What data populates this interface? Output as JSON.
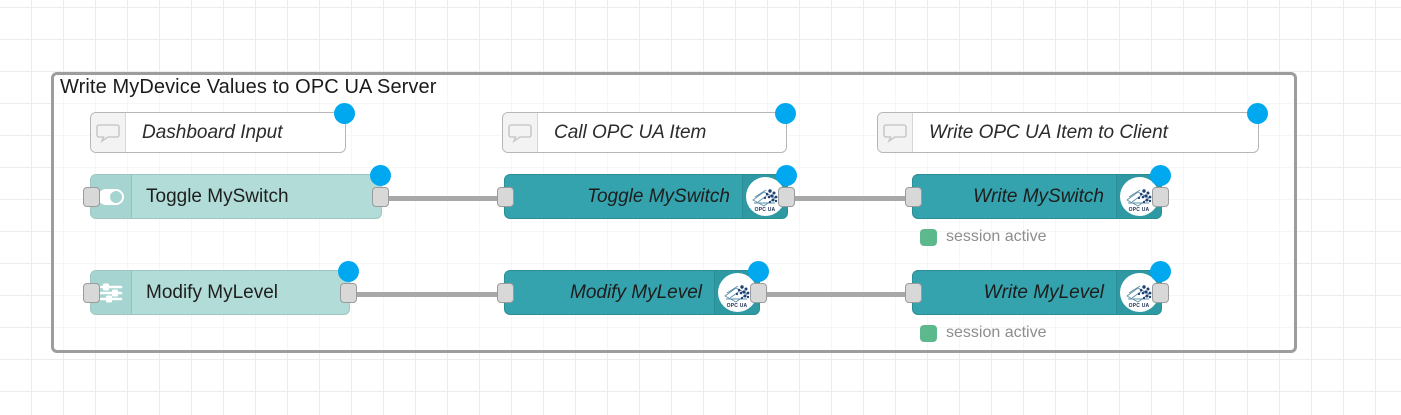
{
  "canvas": {
    "grid_size": 32,
    "grid_color": "#ececec",
    "background": "#ffffff"
  },
  "group": {
    "title": "Write MyDevice Values to OPC UA Server",
    "border_color": "#9d9d9d"
  },
  "colors": {
    "dashboard_node": "#b2dcd8",
    "opcua_node": "#34a3ad",
    "comment_node": "#ffffff",
    "change_dot": "#00a8f0",
    "status_ok": "#5bb98c",
    "wire": "#a8a8a8",
    "port": "#d8d8d8"
  },
  "comments": [
    {
      "id": "c1",
      "text": "Dashboard Input",
      "icon": "comment-bubble-icon"
    },
    {
      "id": "c2",
      "text": "Call OPC UA Item",
      "icon": "comment-bubble-icon"
    },
    {
      "id": "c3",
      "text": "Write OPC UA Item to Client",
      "icon": "comment-bubble-icon"
    }
  ],
  "nodes": [
    {
      "id": "n1",
      "label": "Toggle MySwitch",
      "type": "dashboard-switch",
      "icon": "toggle-switch-icon"
    },
    {
      "id": "n2",
      "label": "Toggle MySwitch",
      "type": "opcua-item",
      "icon": "opc-ua-logo-icon"
    },
    {
      "id": "n3",
      "label": "Write MySwitch",
      "type": "opcua-client",
      "icon": "opc-ua-logo-icon"
    },
    {
      "id": "n4",
      "label": "Modify MyLevel",
      "type": "dashboard-slider",
      "icon": "sliders-icon"
    },
    {
      "id": "n5",
      "label": "Modify MyLevel",
      "type": "opcua-item",
      "icon": "opc-ua-logo-icon"
    },
    {
      "id": "n6",
      "label": "Write MyLevel",
      "type": "opcua-client",
      "icon": "opc-ua-logo-icon"
    }
  ],
  "statuses": [
    {
      "id": "s1",
      "node": "n3",
      "text": "session active",
      "color": "#5bb98c"
    },
    {
      "id": "s2",
      "node": "n6",
      "text": "session active",
      "color": "#5bb98c"
    }
  ],
  "badge": {
    "text": "OPC UA"
  }
}
